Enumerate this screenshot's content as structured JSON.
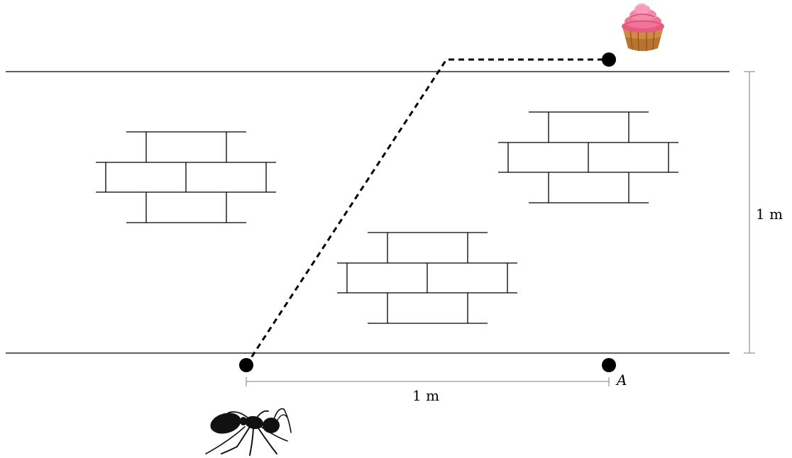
{
  "diagram": {
    "labels": {
      "height_dimension": "1 m",
      "width_dimension": "1 m",
      "point_a": "A"
    },
    "icons": {
      "start_creature": "ant-icon",
      "goal_object": "cupcake-icon"
    },
    "colors": {
      "line": "#000000",
      "dimension": "#999999",
      "frosting": "#f06c8c",
      "cake": "#c07a36",
      "ant": "#111111"
    }
  }
}
